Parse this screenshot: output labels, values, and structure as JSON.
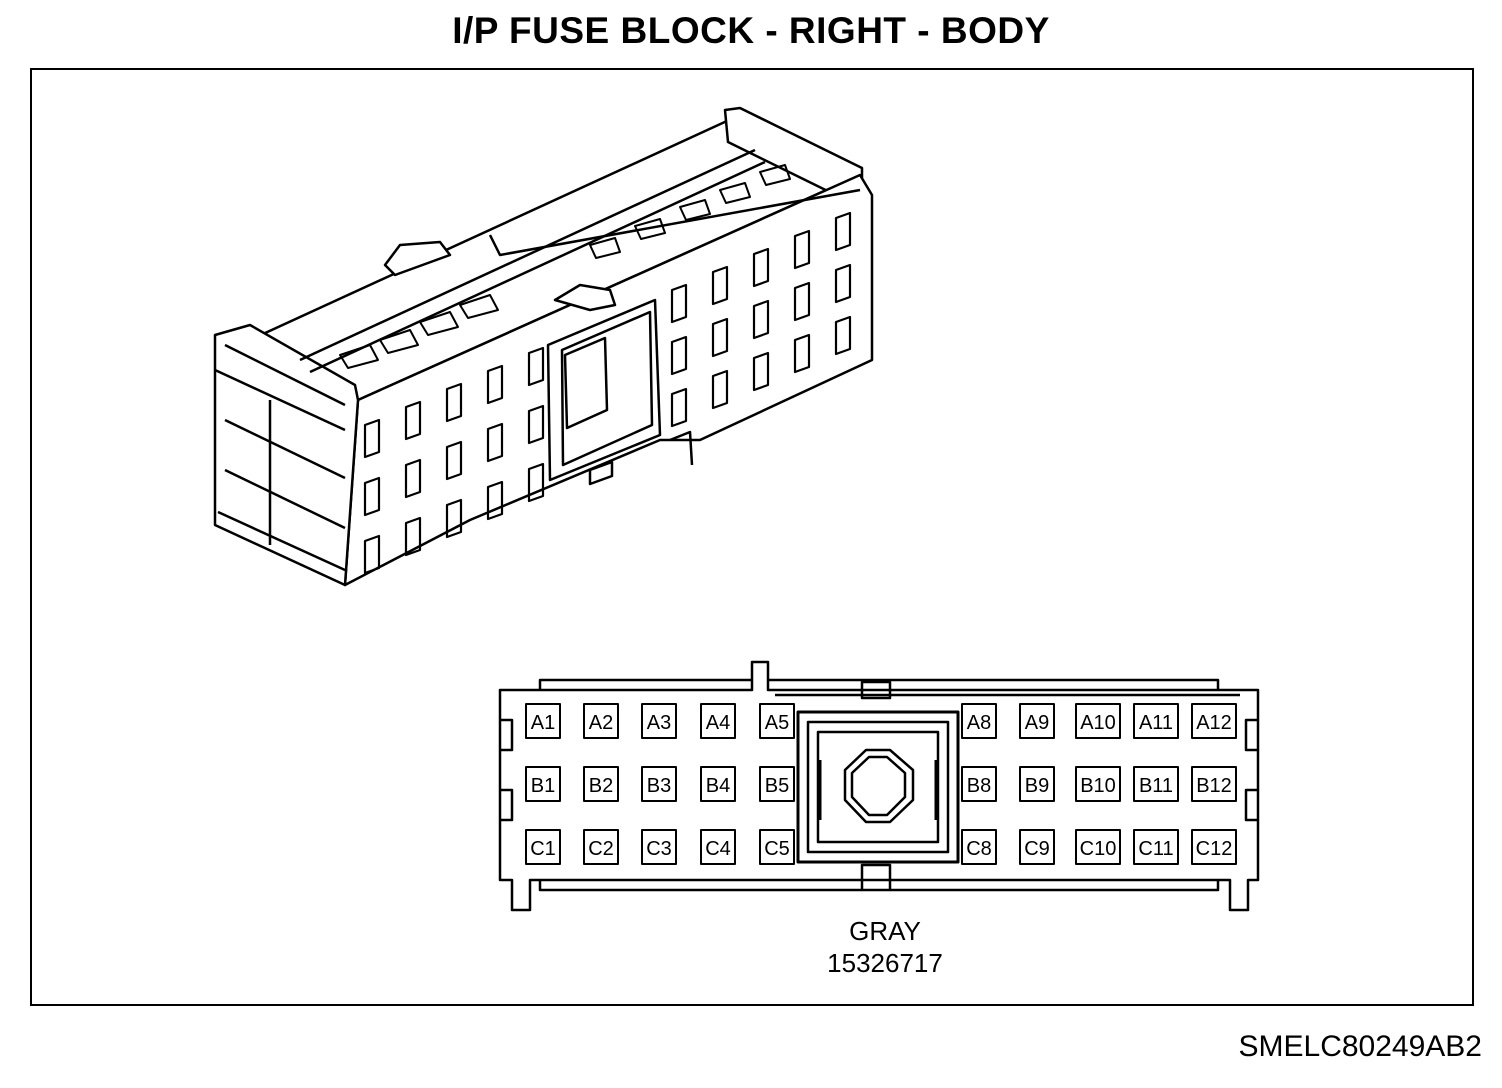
{
  "title": "I/P FUSE BLOCK - RIGHT - BODY",
  "connector": {
    "color": "GRAY",
    "part_number": "15326717",
    "pins": {
      "row_a": [
        "A1",
        "A2",
        "A3",
        "A4",
        "A5",
        "A8",
        "A9",
        "A10",
        "A11",
        "A12"
      ],
      "row_b": [
        "B1",
        "B2",
        "B3",
        "B4",
        "B5",
        "B8",
        "B9",
        "B10",
        "B11",
        "B12"
      ],
      "row_c": [
        "C1",
        "C2",
        "C3",
        "C4",
        "C5",
        "C8",
        "C9",
        "C10",
        "C11",
        "C12"
      ]
    }
  },
  "diagram_id": "SMELC80249AB2"
}
